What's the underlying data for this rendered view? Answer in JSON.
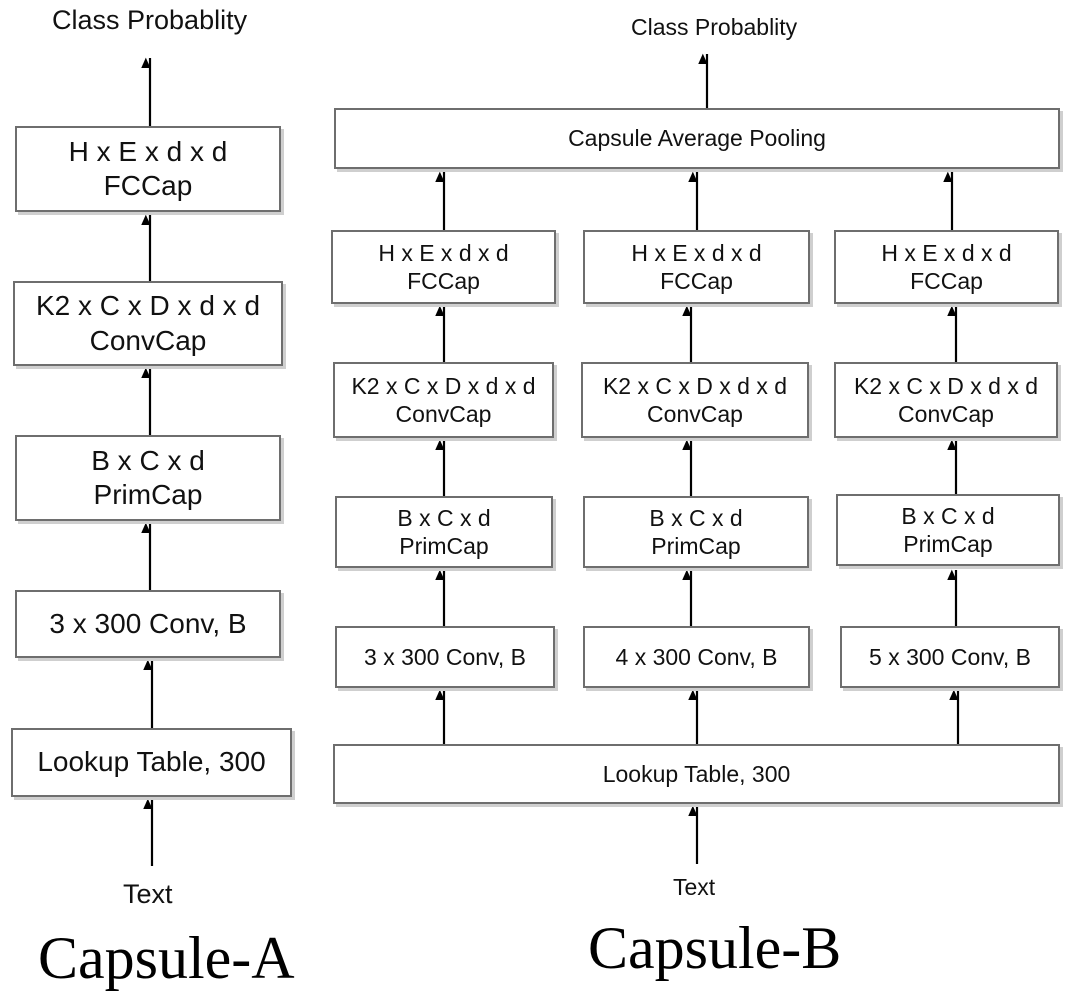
{
  "capsule_a": {
    "caption": "Capsule-A",
    "output_label": "Class Probablity",
    "input_label": "Text",
    "fccap": {
      "line1": "H x E x d x d",
      "line2": "FCCap"
    },
    "convcap": {
      "line1": "K2 x C x D x d x d",
      "line2": "ConvCap"
    },
    "primcap": {
      "line1": "B x C x d",
      "line2": "PrimCap"
    },
    "conv": "3 x 300 Conv, B",
    "lookup": "Lookup Table, 300"
  },
  "capsule_b": {
    "caption": "Capsule-B",
    "output_label": "Class Probablity",
    "input_label": "Text",
    "pooling": "Capsule Average Pooling",
    "lookup": "Lookup Table, 300",
    "branches": [
      {
        "fccap": {
          "line1": "H x E x d x d",
          "line2": "FCCap"
        },
        "convcap": {
          "line1": "K2 x C x D x d x d",
          "line2": "ConvCap"
        },
        "primcap": {
          "line1": "B x C x d",
          "line2": "PrimCap"
        },
        "conv": "3 x 300 Conv, B"
      },
      {
        "fccap": {
          "line1": "H x E x d x d",
          "line2": "FCCap"
        },
        "convcap": {
          "line1": "K2 x C x D x d x d",
          "line2": "ConvCap"
        },
        "primcap": {
          "line1": "B x C x d",
          "line2": "PrimCap"
        },
        "conv": "4 x 300 Conv, B"
      },
      {
        "fccap": {
          "line1": "H x E x d x d",
          "line2": "FCCap"
        },
        "convcap": {
          "line1": "K2 x C x D x d x d",
          "line2": "ConvCap"
        },
        "primcap": {
          "line1": "B x C x d",
          "line2": "PrimCap"
        },
        "conv": "5 x 300 Conv, B"
      }
    ]
  }
}
